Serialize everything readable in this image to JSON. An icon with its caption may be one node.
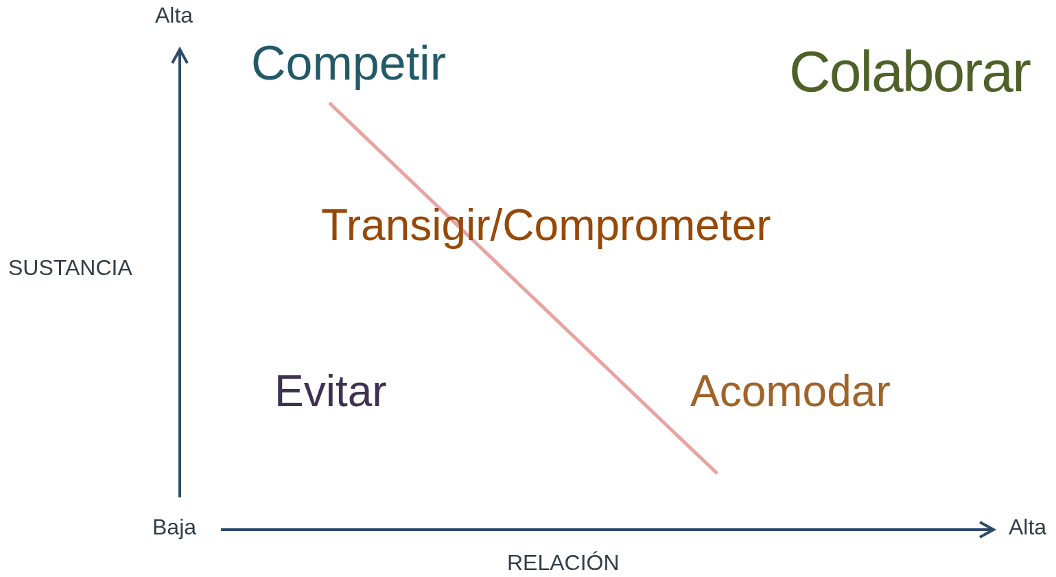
{
  "diagram": {
    "labels": [
      "Alta",
      "Competir",
      "Colaborar",
      "SUSTANCIA",
      "Transigir/Comprometer",
      "Evitar",
      "Acomodar",
      "Baja",
      "Alta",
      "RELACIÓN"
    ]
  }
}
